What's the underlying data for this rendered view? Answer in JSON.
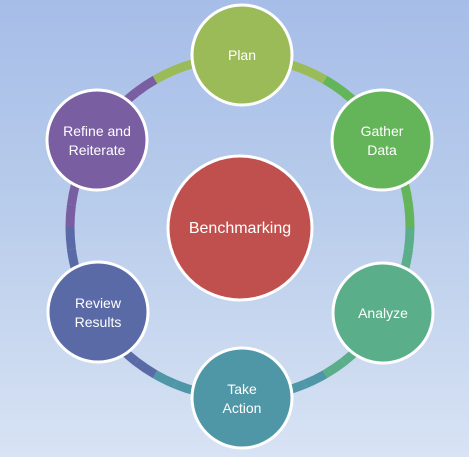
{
  "diagram": {
    "center": {
      "label": "Benchmarking",
      "color": "#c0504d"
    },
    "nodes": [
      {
        "lines": [
          "Plan"
        ],
        "color": "#9bbb59",
        "icon": ""
      },
      {
        "lines": [
          "Gather",
          "Data"
        ],
        "color": "#64b45a"
      },
      {
        "lines": [
          "Analyze"
        ],
        "color": "#5aae8a"
      },
      {
        "lines": [
          "Take",
          "Action"
        ],
        "color": "#4f97a7"
      },
      {
        "lines": [
          "Review",
          "Results"
        ],
        "color": "#5a6aa6"
      },
      {
        "lines": [
          "Refine and",
          "Reiterate"
        ],
        "color": "#7a5ea2"
      }
    ],
    "node_border_color": "#ffffff",
    "background_top": "#a6bde8",
    "background_bottom": "#d8e3f4"
  }
}
